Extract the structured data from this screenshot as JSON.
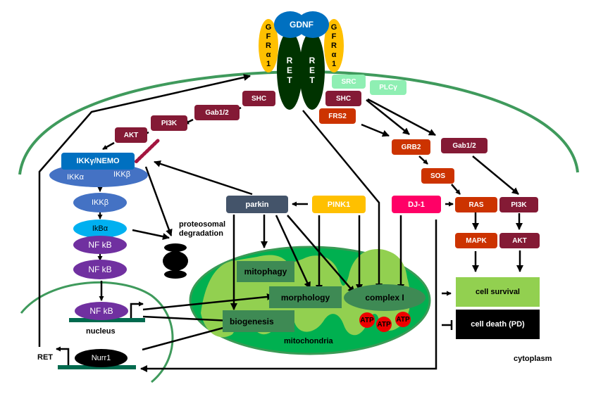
{
  "receptor": {
    "ligand": "GDNF",
    "coreceptor_left": [
      "G",
      "F",
      "R",
      "α",
      "1"
    ],
    "coreceptor_right": [
      "G",
      "F",
      "R",
      "α",
      "1"
    ],
    "ret_left": [
      "R",
      "E",
      "T"
    ],
    "ret_right": [
      "R",
      "E",
      "T"
    ]
  },
  "left_cascade": {
    "shc": "SHC",
    "gab": "Gab1/2",
    "pi3k": "PI3K",
    "akt": "AKT"
  },
  "right_cascade": {
    "src": "SRC",
    "plcg": "PLCγ",
    "shc": "SHC",
    "frs2": "FRS2",
    "grb2": "GRB2",
    "gab": "Gab1/2",
    "sos": "SOS",
    "ras": "RAS",
    "pi3k": "PI3K",
    "mapk": "MAPK",
    "akt": "AKT"
  },
  "nfkb_pathway": {
    "ikk_nemo": "IKKγ/NEMO",
    "ikk_alpha": "IKKα",
    "ikk_beta_complex": "IKKβ",
    "ikk_beta": "IKKβ",
    "ikb_alpha": "IkBα",
    "nfkb_1": "NF kB",
    "nfkb_2": "NF kB",
    "nfkb_nucleus": "NF kB"
  },
  "proteasome": {
    "label_line1": "proteosomal",
    "label_line2": "degradation"
  },
  "pd_genes": {
    "parkin": "parkin",
    "pink1": "PINK1",
    "dj1": "DJ-1"
  },
  "mitochondria": {
    "label": "mitochondria",
    "mitophagy": "mitophagy",
    "morphology": "morphology",
    "biogenesis": "biogenesis",
    "complex1": "complex I",
    "atp": [
      "ATP",
      "ATP",
      "ATP"
    ]
  },
  "outcomes": {
    "survival": "cell survival",
    "death": "cell death (PD)"
  },
  "nucleus": {
    "label": "nucleus",
    "nurr1": "Nurr1",
    "ret_gene": "RET"
  },
  "compartments": {
    "cytoplasm": "cytoplasm"
  },
  "colors": {
    "membrane": "#3f9a5c",
    "maroon": "#841a35",
    "orange_red": "#cc3300",
    "mint": "#8fefb3",
    "nemo_blue": "#0070c0",
    "ikk_blue": "#4472c4",
    "ikb_cyan": "#00b0f0",
    "nfkb_purple": "#7030a0",
    "parkin_slate": "#44546a",
    "pink1_gold": "#ffc000",
    "dj1_pink": "#ff0066",
    "gfra_gold": "#ffc000",
    "ret_dark": "#003300",
    "gdnf_blue": "#0070c0",
    "mito_outer": "#00b050",
    "mito_inner": "#92d050",
    "mito_box": "#3e8a54",
    "survival_green": "#92d050",
    "atp_red": "#ee0000"
  }
}
